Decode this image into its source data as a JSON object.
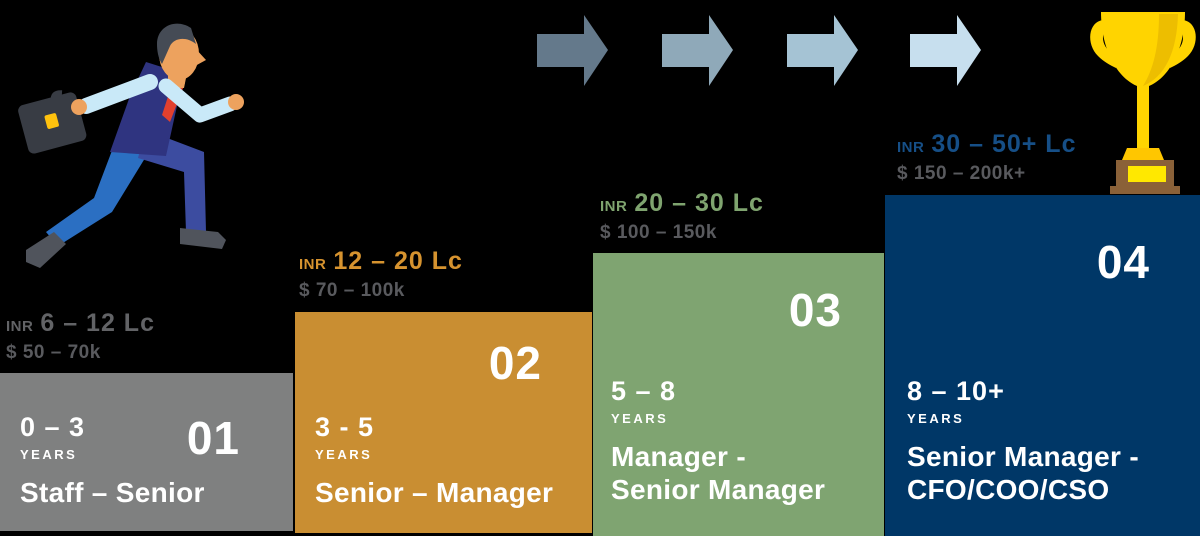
{
  "canvas": {
    "background": "#000000"
  },
  "runner": {
    "skin": "#EDA25E",
    "hair": "#454B55",
    "shirt": "#C9E9F8",
    "vest": "#2F3480",
    "tie": "#E2402E",
    "front_leg": "#3C4CA0",
    "back_leg": "#2B6FC2",
    "shoes": "#50545C",
    "briefcase": "#383C44",
    "clasp": "#FFC20E"
  },
  "arrows": [
    {
      "color": "#64798B"
    },
    {
      "color": "#8FA9B9"
    },
    {
      "color": "#A5C3D4"
    },
    {
      "color": "#C7DFEE"
    }
  ],
  "trophy": {
    "cup": "#FFD400",
    "cup_shade": "#EDBE00",
    "collar": "#FFC600",
    "base": "#8A6138",
    "plaque": "#FFE800"
  },
  "usd_color": "#595A5E",
  "steps": [
    {
      "number": "01",
      "years_range": "0 – 3",
      "years_label": "YEARS",
      "title_lines": [
        "Staff – Senior",
        ""
      ],
      "inr_label": "INR",
      "inr_value": "6 – 12 Lc",
      "usd_value": "$ 50 – 70k",
      "box_color": "#7F8080",
      "inr_color": "#626366"
    },
    {
      "number": "02",
      "years_range": "3 - 5",
      "years_label": "YEARS",
      "title_lines": [
        "Senior – Manager",
        ""
      ],
      "inr_label": "INR",
      "inr_value": "12 – 20 Lc",
      "usd_value": "$ 70 – 100k",
      "box_color": "#C98E32",
      "inr_color": "#D6932F"
    },
    {
      "number": "03",
      "years_range": "5 – 8",
      "years_label": "YEARS",
      "title_lines": [
        "Manager -",
        "Senior Manager"
      ],
      "inr_label": "INR",
      "inr_value": "20 – 30 Lc",
      "usd_value": "$ 100 – 150k",
      "box_color": "#7FA471",
      "inr_color": "#7FA46F"
    },
    {
      "number": "04",
      "years_range": "8 – 10+",
      "years_label": "YEARS",
      "title_lines": [
        "Senior Manager -",
        "CFO/COO/CSO"
      ],
      "inr_label": "INR",
      "inr_value": "30 – 50+ Lc",
      "usd_value": "$ 150 – 200k+",
      "box_color": "#003767",
      "inr_color": "#164F87"
    }
  ]
}
